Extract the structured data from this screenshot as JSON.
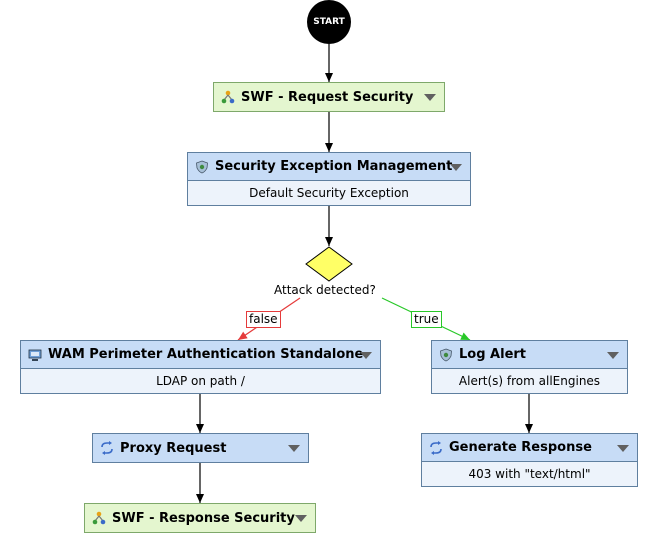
{
  "start_label": "START",
  "nodes": {
    "swf_request": {
      "title": "SWF - Request Security",
      "icon": "filter-tree-icon"
    },
    "security_exception": {
      "title": "Security Exception Management",
      "subtitle": "Default Security Exception",
      "icon": "shield-icon"
    },
    "decision": {
      "label": "Attack detected?"
    },
    "wam": {
      "title": "WAM Perimeter Authentication Standalone",
      "subtitle": "LDAP on path /",
      "icon": "monitor-key-icon"
    },
    "log_alert": {
      "title": "Log Alert",
      "subtitle": "Alert(s) from allEngines",
      "icon": "shield-icon"
    },
    "proxy_request": {
      "title": "Proxy Request",
      "icon": "arrows-cycle-icon"
    },
    "generate_response": {
      "title": "Generate Response",
      "subtitle": "403 with \"text/html\"",
      "icon": "arrows-cycle-icon"
    },
    "swf_response": {
      "title": "SWF - Response Security",
      "icon": "filter-tree-icon"
    }
  },
  "edge_labels": {
    "false": "false",
    "true": "true"
  },
  "colors": {
    "blue_header": "#c7dcf6",
    "green_header": "#e4f6cf",
    "subtitle_bg": "#edf3fb",
    "decision_fill": "#ffff66",
    "false_edge": "#e53b3b",
    "true_edge": "#28c828"
  }
}
